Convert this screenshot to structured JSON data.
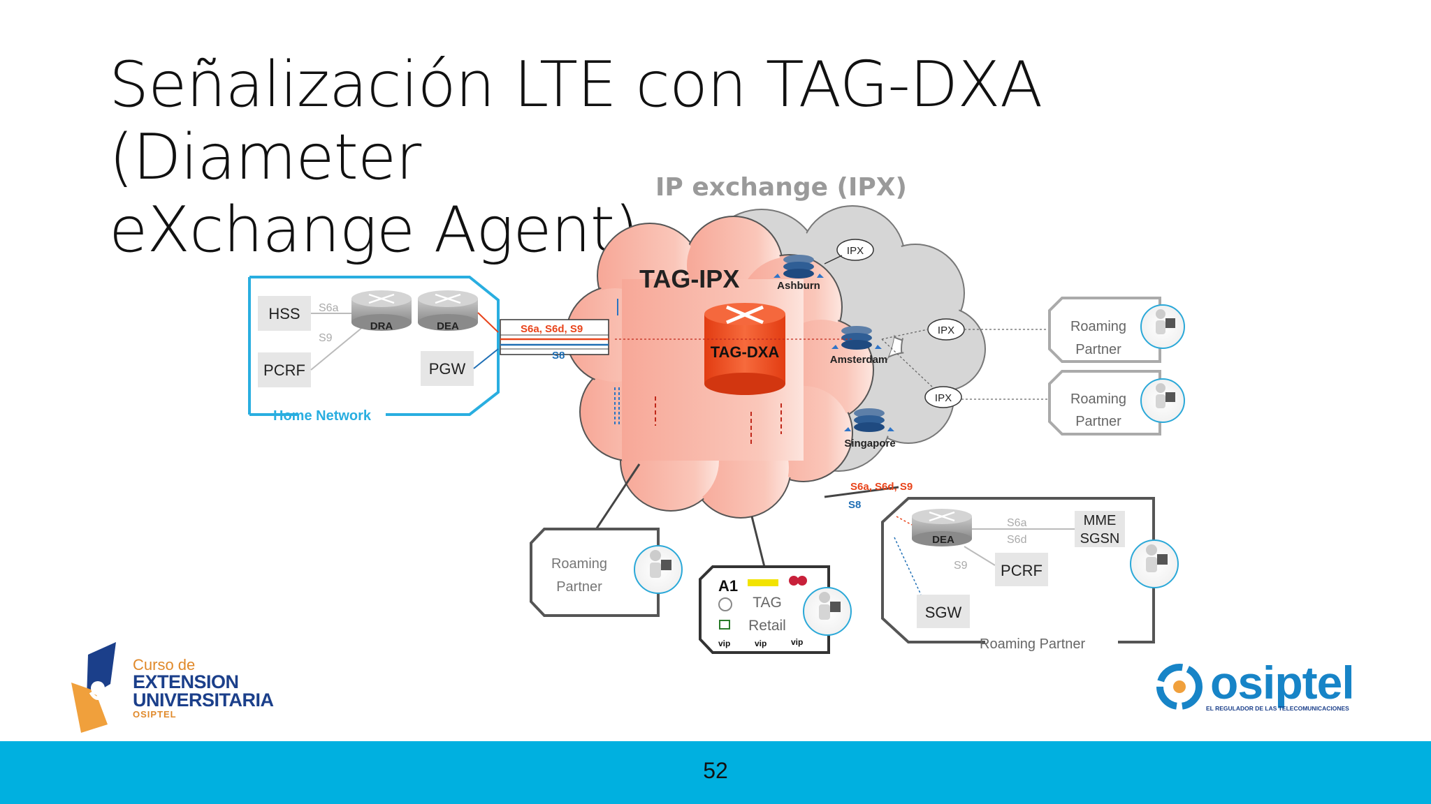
{
  "slide": {
    "title_line1": "Señalización LTE con TAG-DXA (Diameter",
    "title_line2": "eXchange Agent)",
    "page_number": "52"
  },
  "diagram": {
    "ipx_title": "IP exchange (IPX)",
    "tag_ipx_label": "TAG-IPX",
    "tag_dxa_label": "TAG-DXA",
    "pop_ashburn": "Ashburn",
    "pop_amsterdam": "Amsterdam",
    "pop_singapore": "Singapore",
    "ipx_cloud_label": "IPX",
    "home_network": {
      "label": "Home Network",
      "hss": "HSS",
      "pcrf": "PCRF",
      "pgw": "PGW",
      "dra": "DRA",
      "dea": "DEA",
      "s6a": "S6a",
      "s9": "S9"
    },
    "link_home": {
      "diameter": "S6a, S6d, S9",
      "s8": "S8"
    },
    "link_rp": {
      "diameter": "S6a, S6d, S9",
      "s8": "S8"
    },
    "roaming_partner_line1": "Roaming",
    "roaming_partner_line2": "Partner",
    "tag_retail": {
      "line1": "TAG",
      "line2": "Retail",
      "brand_a1": "A1",
      "brand_vip": "vip"
    },
    "rp_detail": {
      "label": "Roaming Partner",
      "dea": "DEA",
      "mme": "MME",
      "sgsn": "SGSN",
      "s6a": "S6a",
      "s6d": "S6d",
      "s9": "S9",
      "pcrf": "PCRF",
      "sgw": "SGW"
    },
    "colors": {
      "home_border": "#29aee0",
      "dxa_red": "#e8431a",
      "s8_blue": "#1f6fb5",
      "cloud_pink": "#f9b7a8"
    }
  },
  "logos": {
    "left_line1": "Curso de",
    "left_line2": "EXTENSION",
    "left_line3": "UNIVERSITARIA",
    "left_line4": "OSIPTEL",
    "right_name": "osiptel",
    "right_tagline": "EL REGULADOR DE LAS TELECOMUNICACIONES"
  }
}
